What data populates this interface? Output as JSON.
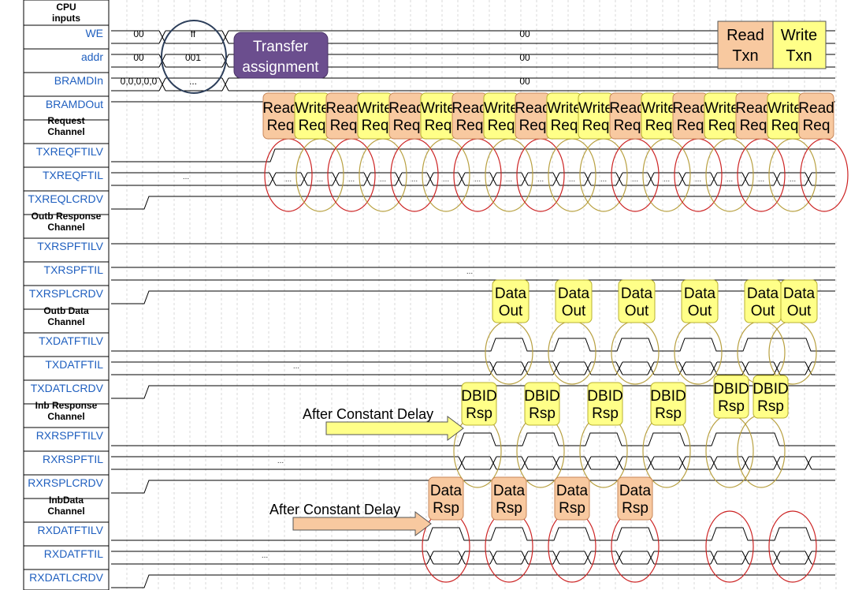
{
  "groups": {
    "cpu": "CPU inputs",
    "req": "Request Channel",
    "outb_rsp": "Outb Response Channel",
    "outb_dat": "Outb Data Channel",
    "inb_rsp": "Inb Response Channel",
    "inb_dat": "InbData Channel"
  },
  "signals": {
    "we": "WE",
    "addr": "addr",
    "bramdin": "BRAMDIn",
    "bramdout": "BRAMDOut",
    "txreqftilv": "TXREQFTILV",
    "txreqftil": "TXREQFTIL",
    "txreqlcrdv": "TXREQLCRDV",
    "txrspftilv": "TXRSPFTILV",
    "txrspftil": "TXRSPFTIL",
    "txrsplcrdv": "TXRSPLCRDV",
    "txdatftilv": "TXDATFTILV",
    "txdatftil": "TXDATFTIL",
    "txdatlcrdv": "TXDATLCRDV",
    "rxrspftilv": "RXRSPFTILV",
    "rxrspftil": "RXRSPFTIL",
    "rxrsplcrdv": "RXRSPLCRDV",
    "rxdatftilv": "RXDATFTILV",
    "rxdatftil": "RXDATFTIL",
    "rxdatlcrdv": "RXDATLCRDV"
  },
  "values": {
    "we": [
      "00",
      "ff",
      "00"
    ],
    "addr": [
      "00",
      "001",
      "00"
    ],
    "bramdin": [
      "0,0,0,0,0",
      "...",
      "00"
    ],
    "ellipsis": "..."
  },
  "notes": {
    "transfer_1": "Transfer",
    "transfer_2": "assignment",
    "delay_1": "After Constant Delay",
    "delay_2": "After Constant Delay"
  },
  "legend": {
    "read_1": "Read",
    "read_2": "Txn",
    "write_1": "Write",
    "write_2": "Txn"
  },
  "request_tags": [
    {
      "l1": "Read",
      "l2": "Req",
      "type": "read"
    },
    {
      "l1": "Write",
      "l2": "Req",
      "type": "write"
    },
    {
      "l1": "Read",
      "l2": "Req",
      "type": "read"
    },
    {
      "l1": "Write",
      "l2": "Req",
      "type": "write"
    },
    {
      "l1": "Read",
      "l2": "Req",
      "type": "read"
    },
    {
      "l1": "Write",
      "l2": "Req",
      "type": "write"
    },
    {
      "l1": "Read",
      "l2": "Req",
      "type": "read"
    },
    {
      "l1": "Write",
      "l2": "Req",
      "type": "write"
    },
    {
      "l1": "Read",
      "l2": "Req",
      "type": "read"
    },
    {
      "l1": "Write",
      "l2": "Req",
      "type": "write"
    },
    {
      "l1": "Write",
      "l2": "Req",
      "type": "write"
    },
    {
      "l1": "Read",
      "l2": "Req",
      "type": "read"
    },
    {
      "l1": "Write",
      "l2": "Req",
      "type": "write"
    },
    {
      "l1": "Read",
      "l2": "Req",
      "type": "read"
    },
    {
      "l1": "Write",
      "l2": "Req",
      "type": "write"
    },
    {
      "l1": "Read",
      "l2": "Req",
      "type": "read"
    },
    {
      "l1": "Write",
      "l2": "Req",
      "type": "write"
    },
    {
      "l1": "Read",
      "l2": "Req",
      "type": "read"
    }
  ],
  "data_out_tag": {
    "l1": "Data",
    "l2": "Out"
  },
  "dbid_tag": {
    "l1": "DBID",
    "l2": "Rsp"
  },
  "data_rsp_tag": {
    "l1": "Data",
    "l2": "Rsp"
  },
  "colors": {
    "read_fill": "#f8c9a0",
    "read_stroke": "#c8875a",
    "write_fill": "#ffff88",
    "write_stroke": "#b8b030",
    "transfer_fill": "#6b4e8e",
    "transfer_text": "#ffffff",
    "red_ellipse": "#cc2222",
    "gold_ellipse": "#b8a040",
    "dark_ellipse": "#2c3e5a",
    "signal_text": "#1f5fbf",
    "arrow_fill": "#ffff88"
  }
}
